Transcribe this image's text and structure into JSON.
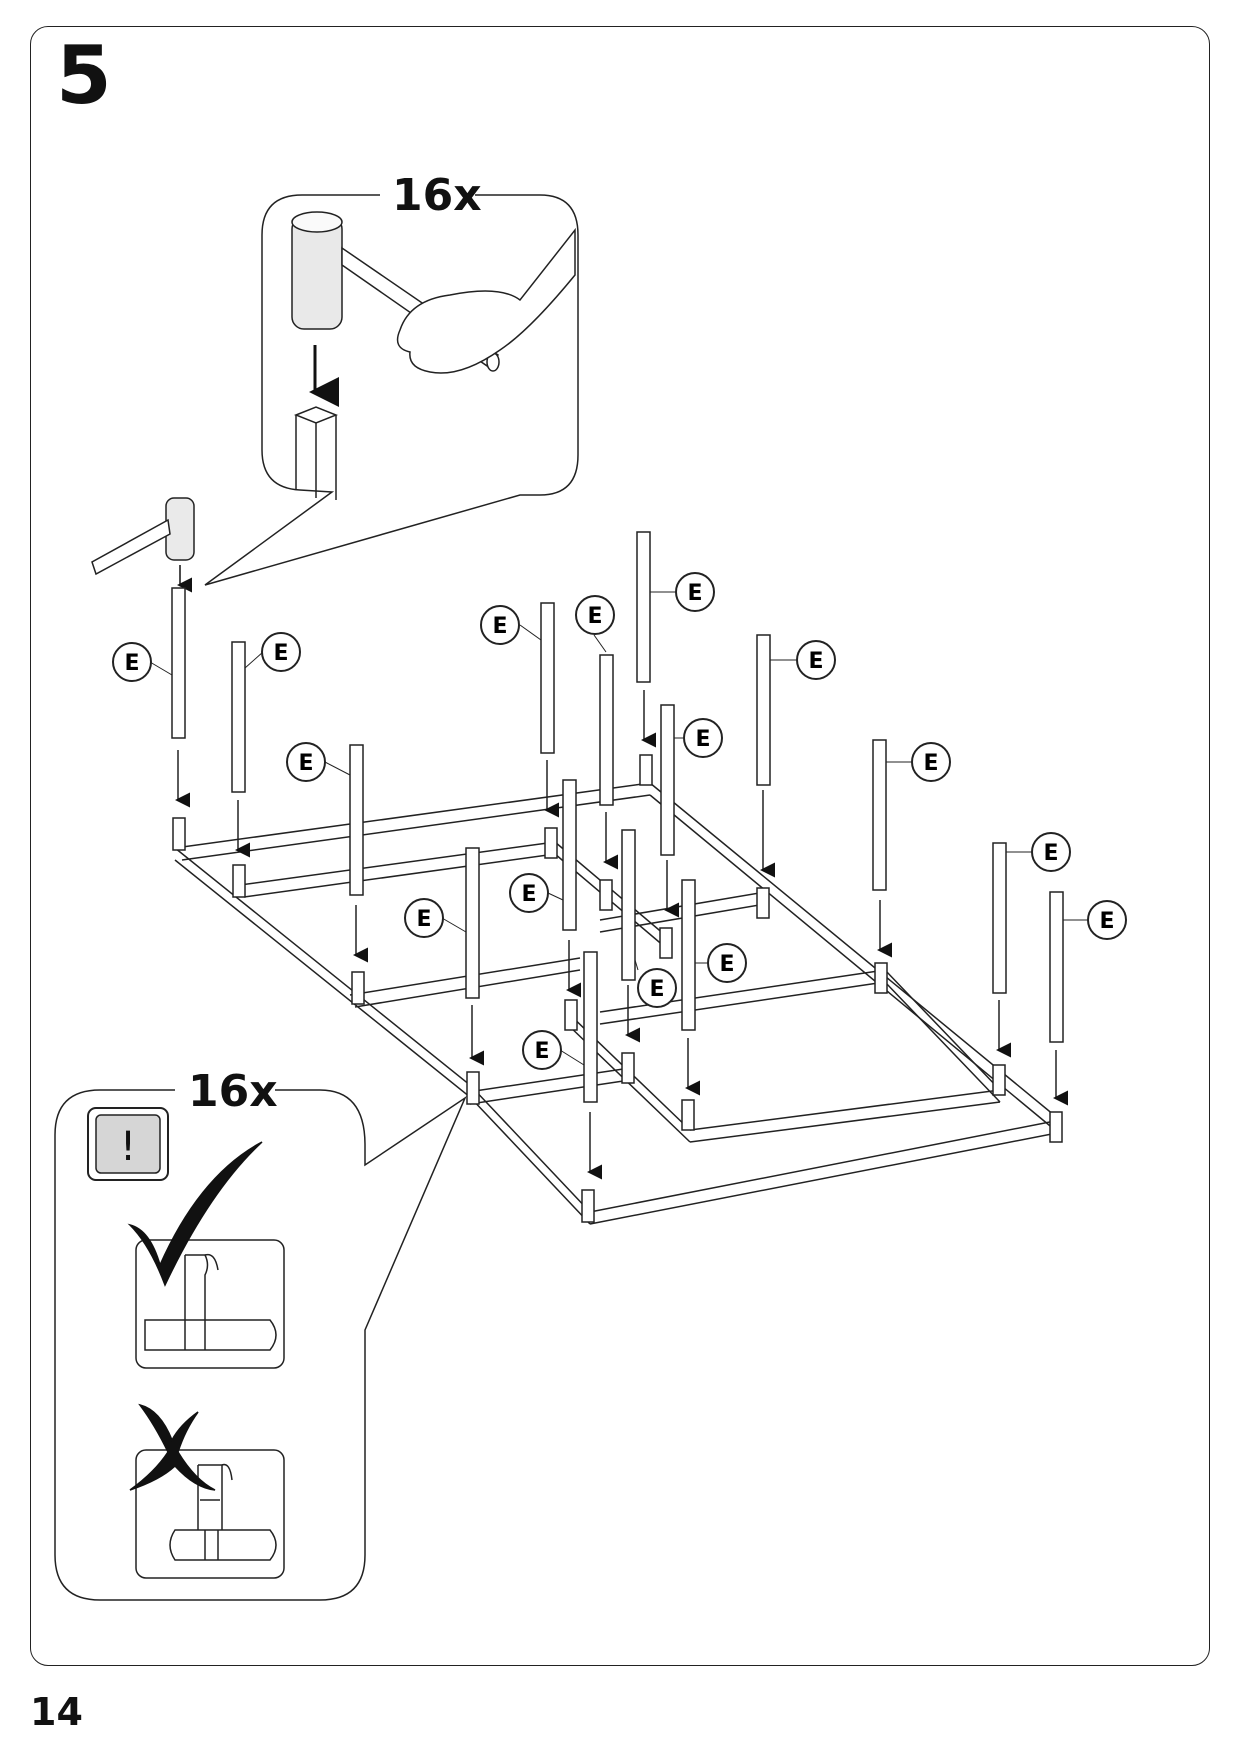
{
  "step": {
    "number": "5"
  },
  "page": {
    "number": "14"
  },
  "callout_top": {
    "quantity": "16x"
  },
  "callout_bottom": {
    "quantity": "16x",
    "warning_symbol": "!"
  },
  "parts": {
    "label": "E",
    "labels": [
      "E",
      "E",
      "E",
      "E",
      "E",
      "E",
      "E",
      "E",
      "E",
      "E",
      "E",
      "E",
      "E",
      "E",
      "E",
      "E"
    ]
  },
  "icons": {
    "hammer": "hammer-icon",
    "check": "checkmark-icon",
    "cross": "cross-icon",
    "warning": "warning-icon"
  }
}
